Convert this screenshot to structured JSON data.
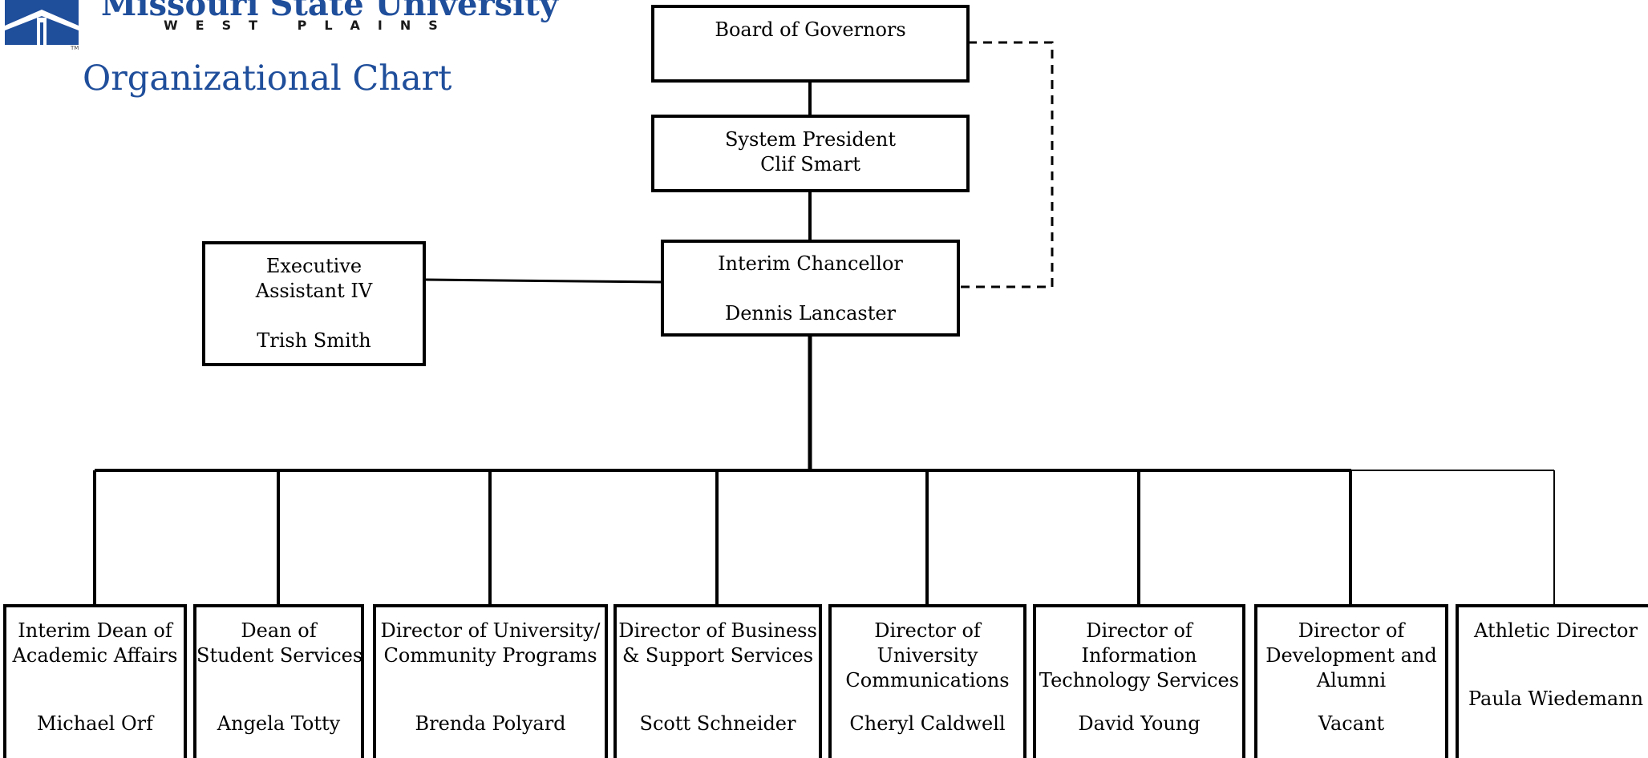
{
  "header": {
    "logo_text": "Missouri State University",
    "logo_subtitle": "WEST PLAINS",
    "logo_tm": "TM",
    "chart_title": "Organizational Chart"
  },
  "colors": {
    "brand_blue": "#1f4e9b",
    "line": "#000000"
  },
  "nodes": {
    "board": {
      "lines": [
        "Board of Governors"
      ]
    },
    "president": {
      "lines": [
        "System President",
        "Clif Smart"
      ]
    },
    "chancellor": {
      "title": "Interim Chancellor",
      "name": "Dennis Lancaster"
    },
    "assistant": {
      "title1": "Executive",
      "title2": "Assistant IV",
      "name": "Trish Smith"
    },
    "reports": [
      {
        "title": [
          "Interim Dean of",
          "Academic Affairs"
        ],
        "name": "Michael Orf"
      },
      {
        "title": [
          "Dean of",
          "Student Services"
        ],
        "name": "Angela Totty"
      },
      {
        "title": [
          "Director of University/",
          "Community Programs"
        ],
        "name": "Brenda Polyard"
      },
      {
        "title": [
          "Director of Business",
          "& Support Services"
        ],
        "name": "Scott Schneider"
      },
      {
        "title": [
          "Director of",
          "University",
          "Communications"
        ],
        "name": "Cheryl Caldwell"
      },
      {
        "title": [
          "Director of",
          "Information",
          "Technology Services"
        ],
        "name": "David Young"
      },
      {
        "title": [
          "Director of",
          "Development and",
          "Alumni"
        ],
        "name": "Vacant"
      },
      {
        "title": [
          "Athletic Director"
        ],
        "name": "Paula Wiedemann"
      }
    ]
  }
}
